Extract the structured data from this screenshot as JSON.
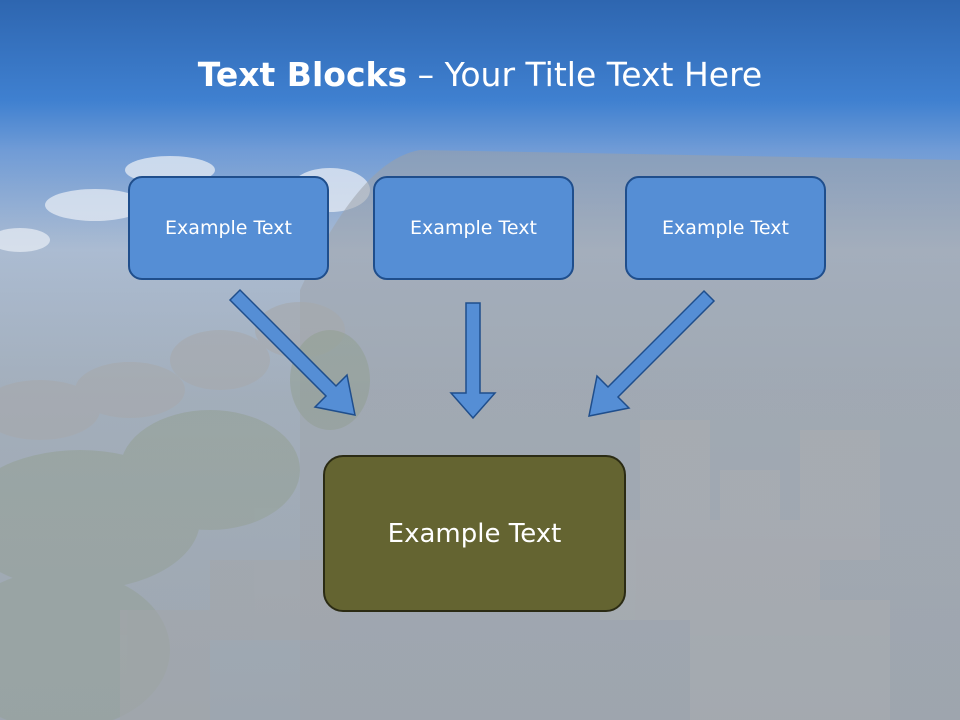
{
  "slide": {
    "title_bold": "Text Blocks",
    "title_rest": "– Your Title Text Here",
    "top_boxes": [
      {
        "label": "Example Text"
      },
      {
        "label": "Example Text"
      },
      {
        "label": "Example Text"
      }
    ],
    "bottom_box": {
      "label": "Example Text"
    }
  },
  "colors": {
    "header_blue": "#3f80d0",
    "box_blue": "#558ed5",
    "box_blue_border": "#1f4e8c",
    "box_olive": "#646431",
    "arrow_fill": "#558ed5",
    "arrow_stroke": "#1f4e8c"
  }
}
